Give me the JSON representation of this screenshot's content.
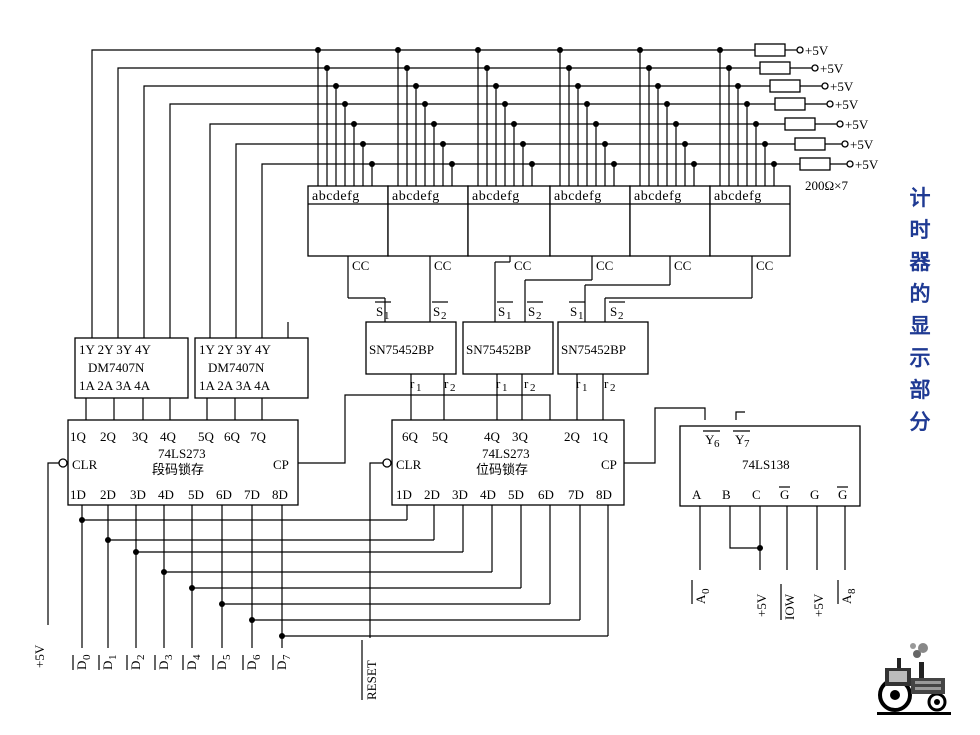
{
  "side_title": [
    "计",
    "时",
    "器",
    "的",
    "显",
    "示",
    "部",
    "分"
  ],
  "resistor": {
    "supply": "+5V",
    "spec": "200Ω×7"
  },
  "display": {
    "segments": "abcdefg",
    "common": "CC",
    "count": 6
  },
  "drivers": {
    "name": "SN75452BP",
    "inputs": [
      {
        "a": "S",
        "a_sub": "1",
        "b": "S",
        "b_sub": "2"
      },
      {
        "a": "S",
        "a_sub": "1",
        "b": "S",
        "b_sub": "2"
      },
      {
        "a": "S",
        "a_sub": "1",
        "b": "S",
        "b_sub": "2"
      }
    ],
    "outputs": [
      {
        "a": "r",
        "a_sub": "1",
        "b": "r",
        "b_sub": "2"
      },
      {
        "a": "r",
        "a_sub": "1",
        "b": "r",
        "b_sub": "2"
      },
      {
        "a": "r",
        "a_sub": "1",
        "b": "r",
        "b_sub": "2"
      }
    ]
  },
  "buffers": [
    {
      "name": "DM7407N",
      "top": "1Y 2Y 3Y 4Y",
      "bottom": "1A 2A 3A 4A"
    },
    {
      "name": "DM7407N",
      "top": "1Y 2Y 3Y 4Y",
      "bottom": "1A 2A 3A 4A"
    }
  ],
  "latch_seg": {
    "chip": "74LS273",
    "name": "段码锁存",
    "outputs": [
      "1Q",
      "2Q",
      "3Q",
      "4Q",
      "5Q",
      "6Q",
      "7Q"
    ],
    "inputs": [
      "1D",
      "2D",
      "3D",
      "4D",
      "5D",
      "6D",
      "7D",
      "8D"
    ],
    "clr": "CLR",
    "cp": "CP"
  },
  "latch_pos": {
    "chip": "74LS273",
    "name": "位码锁存",
    "outputs": [
      "6Q",
      "5Q",
      "4Q",
      "3Q",
      "2Q",
      "1Q"
    ],
    "inputs": [
      "1D",
      "2D",
      "3D",
      "4D",
      "5D",
      "6D",
      "7D",
      "8D"
    ],
    "clr": "CLR",
    "cp": "CP"
  },
  "decoder": {
    "chip": "74LS138",
    "outputs": [
      {
        "base": "Y",
        "sub": "6"
      },
      {
        "base": "Y",
        "sub": "7"
      }
    ],
    "inputs": [
      {
        "label": "A",
        "bar": false
      },
      {
        "label": "B",
        "bar": false
      },
      {
        "label": "C",
        "bar": false
      },
      {
        "label": "G",
        "bar": true
      },
      {
        "label": "G",
        "bar": false
      },
      {
        "label": "G",
        "bar": true
      }
    ]
  },
  "bus": {
    "supply": "+5V",
    "data": [
      {
        "base": "D",
        "sub": "0"
      },
      {
        "base": "D",
        "sub": "1"
      },
      {
        "base": "D",
        "sub": "2"
      },
      {
        "base": "D",
        "sub": "3"
      },
      {
        "base": "D",
        "sub": "4"
      },
      {
        "base": "D",
        "sub": "5"
      },
      {
        "base": "D",
        "sub": "6"
      },
      {
        "base": "D",
        "sub": "7"
      }
    ],
    "reset": "RESET"
  },
  "decoder_signals": [
    {
      "base": "A",
      "sub": "0",
      "bar": true
    },
    {
      "base": "+5V",
      "sub": "",
      "bar": false
    },
    {
      "base": "IOW",
      "sub": "",
      "bar": true
    },
    {
      "base": "+5V",
      "sub": "",
      "bar": false
    },
    {
      "base": "A",
      "sub": "8",
      "bar": true
    }
  ]
}
